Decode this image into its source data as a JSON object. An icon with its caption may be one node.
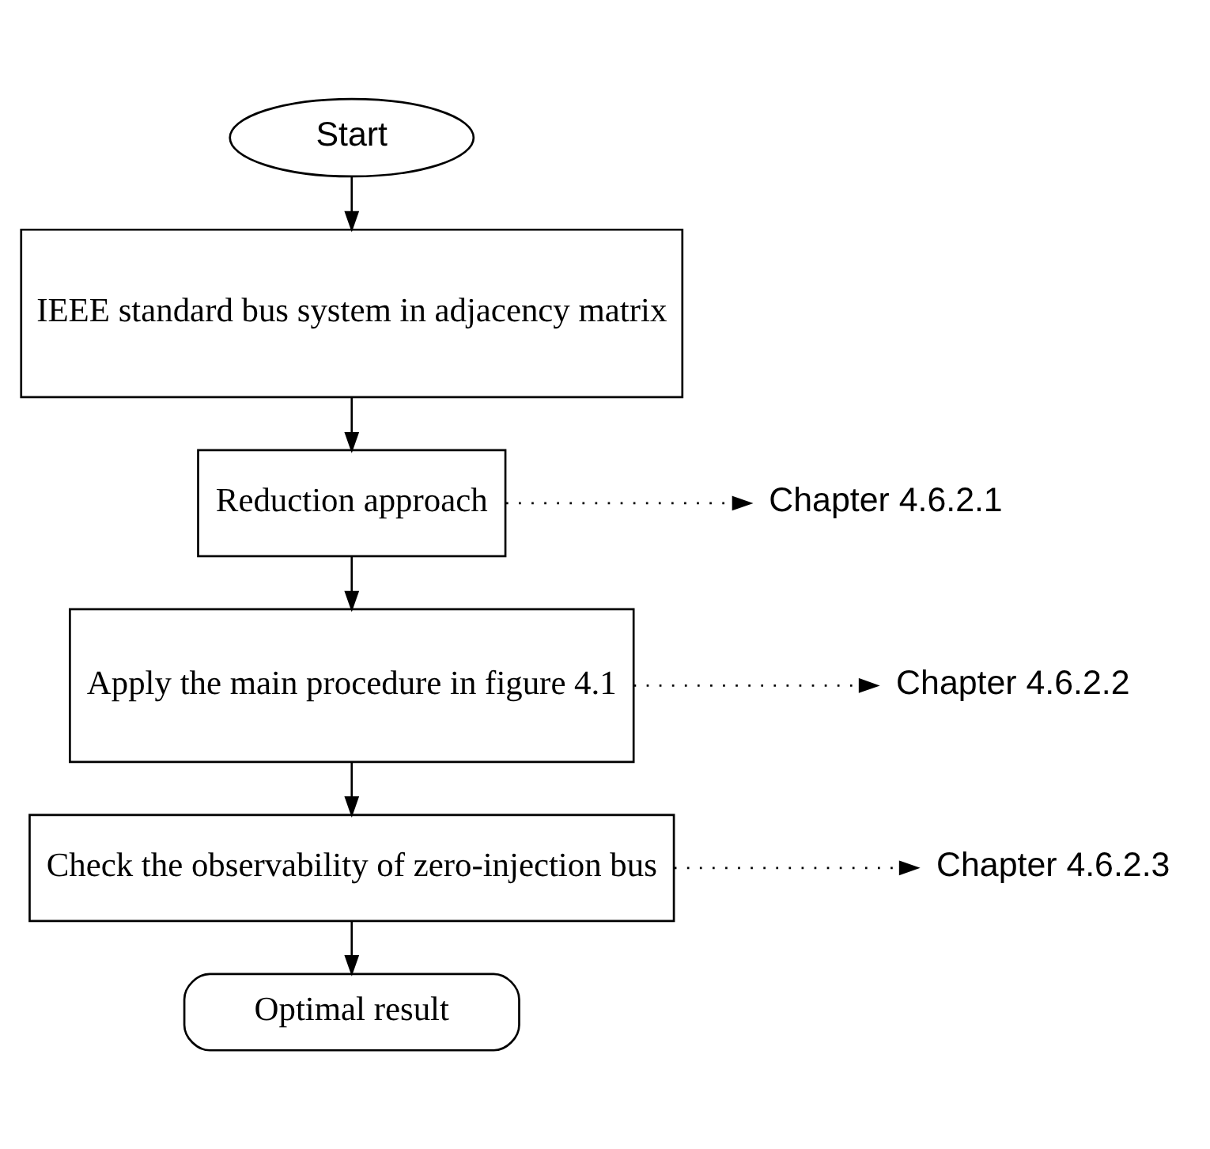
{
  "diagram": {
    "nodes": [
      {
        "text": [
          "Start"
        ]
      },
      {
        "text": [
          "IEEE standard bus system in adjacency matrix"
        ]
      },
      {
        "text": [
          "Reduction approach"
        ]
      },
      {
        "text": [
          "Apply the main procedure in figure 4.1"
        ]
      },
      {
        "text": [
          "Check the observability of zero-injection bus"
        ]
      },
      {
        "text": [
          "Optimal result"
        ]
      },
      {
        "text": [
          "Chapter 4.6.2.1"
        ]
      },
      {
        "text": [
          "Chapter 4.6.2.2"
        ]
      },
      {
        "text": [
          "Chapter 4.6.2.3"
        ]
      }
    ],
    "edges": [
      {
        "from": 0,
        "to": 1,
        "arrow": "to"
      },
      {
        "from": 1,
        "to": 2,
        "arrow": "to"
      },
      {
        "from": 2,
        "to": 6,
        "arrow": "to",
        "style": "dashed"
      },
      {
        "from": 2,
        "to": 3,
        "arrow": "to"
      },
      {
        "from": 3,
        "to": 7,
        "arrow": "to",
        "style": "dashed"
      },
      {
        "from": 3,
        "to": 4,
        "arrow": "to"
      },
      {
        "from": 4,
        "to": 8,
        "arrow": "to",
        "style": "dashed"
      },
      {
        "from": 4,
        "to": 5,
        "arrow": "to"
      }
    ]
  }
}
